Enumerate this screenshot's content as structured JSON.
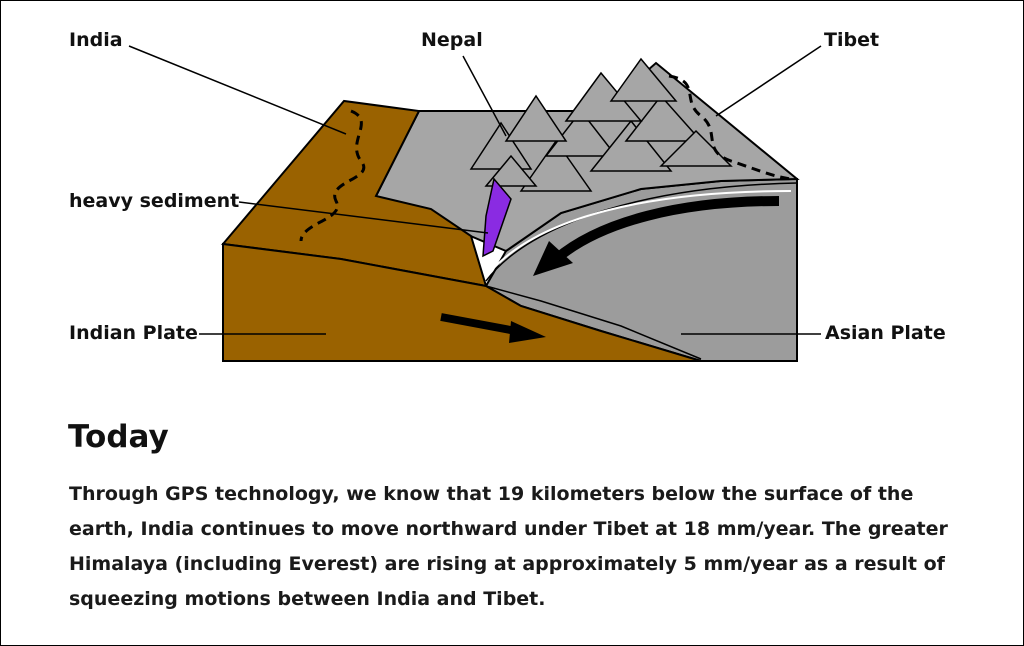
{
  "diagram": {
    "labels": {
      "india": "India",
      "nepal": "Nepal",
      "tibet": "Tibet",
      "heavy_sediment": "heavy sediment",
      "indian_plate": "Indian Plate",
      "asian_plate": "Asian Plate"
    },
    "colors": {
      "indian_plate": "#9a6200",
      "asian_plate": "#9c9c9c",
      "sediment": "#8a2be2",
      "mountains": "#a6a6a6",
      "outline": "#000000"
    }
  },
  "section": {
    "heading": "Today",
    "body": "Through GPS technology, we know that 19 kilometers below the surface of the earth, India continues to move northward under Tibet at 18 mm/year. The greater Himalaya (including Everest) are rising at approximately 5 mm/year as a result of squeezing motions between India and Tibet."
  }
}
